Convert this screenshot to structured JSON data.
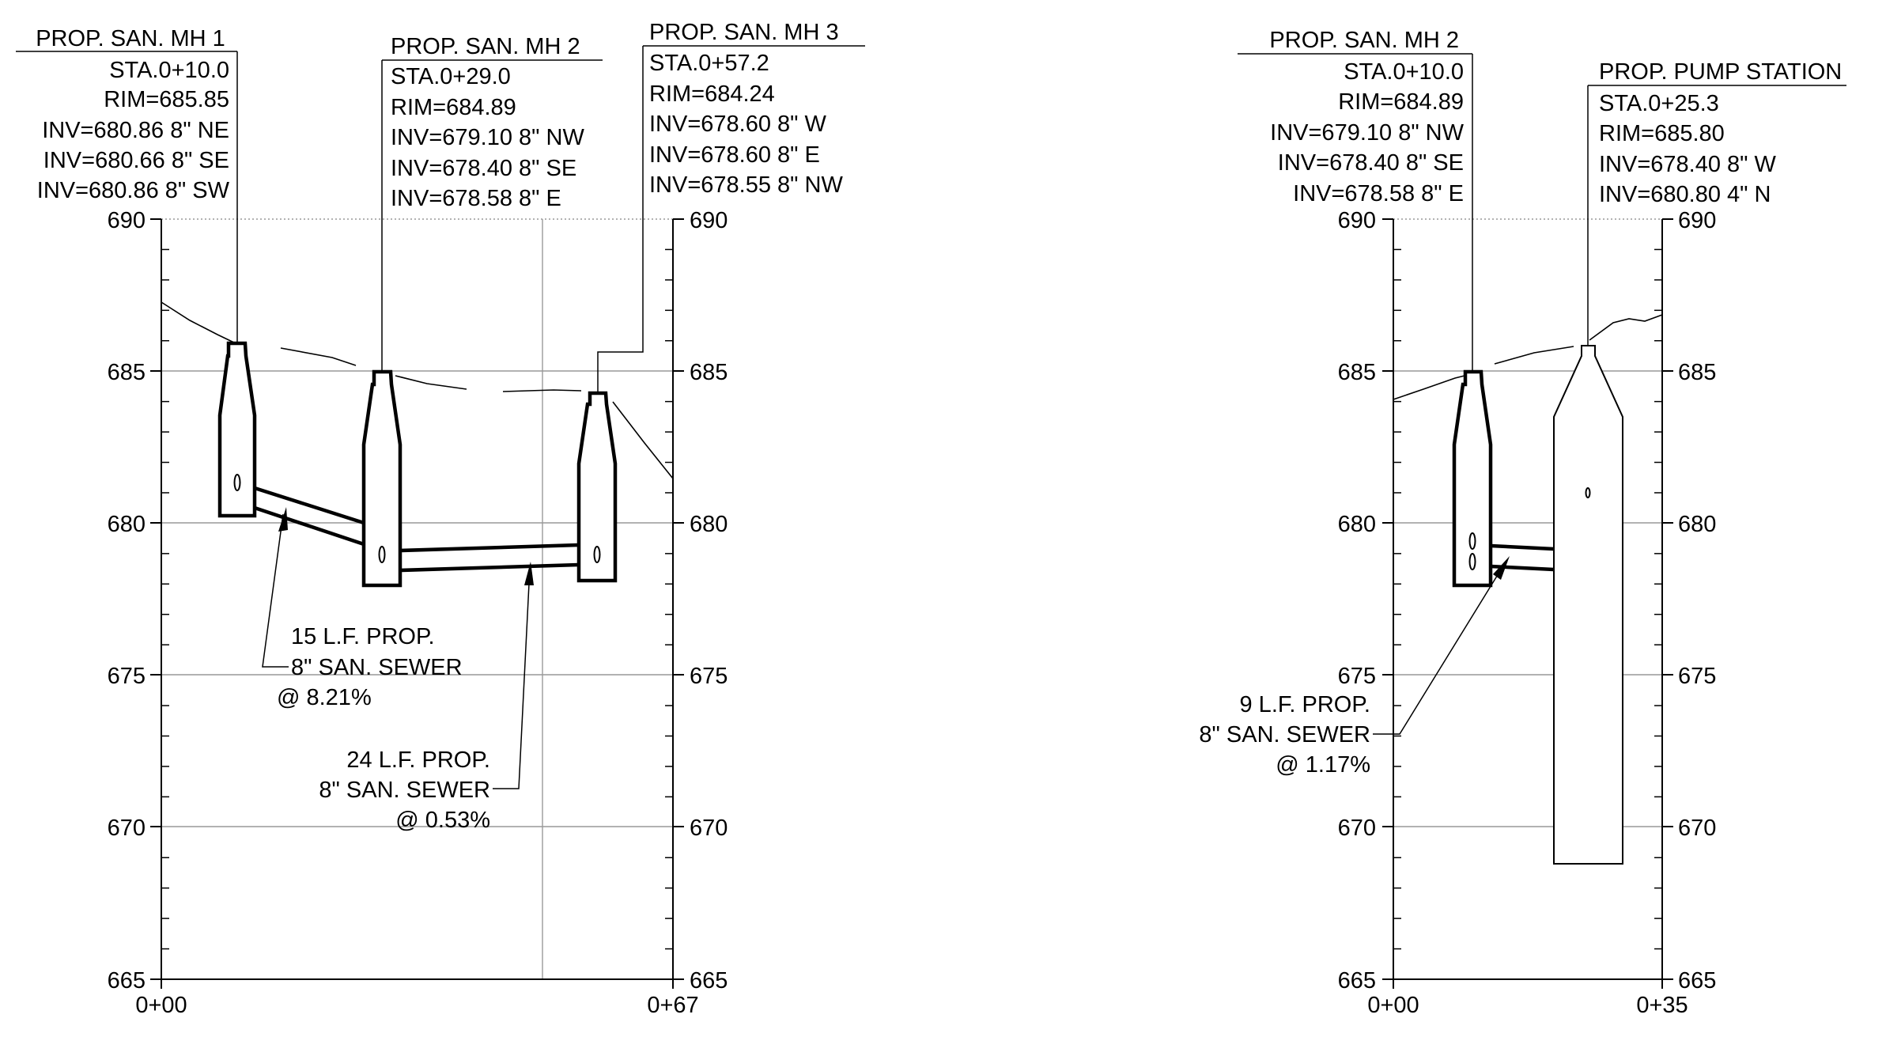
{
  "profile_left": {
    "axis": {
      "elev_labels": [
        "690",
        "685",
        "680",
        "675",
        "670",
        "665"
      ],
      "sta_start": "0+00",
      "sta_end": "0+67"
    },
    "mh1": {
      "title": "PROP. SAN. MH 1",
      "lines": [
        "STA.0+10.0",
        "RIM=685.85",
        "INV=680.86 8\" NE",
        "INV=680.66 8\" SE",
        "INV=680.86 8\" SW"
      ]
    },
    "mh2": {
      "title": "PROP. SAN. MH 2",
      "lines": [
        "STA.0+29.0",
        "RIM=684.89",
        "INV=679.10 8\" NW",
        "INV=678.40 8\" SE",
        "INV=678.58 8\" E"
      ]
    },
    "mh3": {
      "title": "PROP. SAN. MH 3",
      "lines": [
        "STA.0+57.2",
        "RIM=684.24",
        "INV=678.60 8\" W",
        "INV=678.60 8\" E",
        "INV=678.55 8\" NW"
      ]
    },
    "pipe1": {
      "lines": [
        "15 L.F.  PROP.",
        "8\" SAN. SEWER",
        "@ 8.21%"
      ]
    },
    "pipe2": {
      "lines": [
        "24 L.F.  PROP.",
        "8\" SAN. SEWER",
        "@ 0.53%"
      ]
    }
  },
  "profile_right": {
    "axis": {
      "elev_labels": [
        "690",
        "685",
        "680",
        "675",
        "670",
        "665"
      ],
      "sta_start": "0+00",
      "sta_end": "0+35"
    },
    "mh2": {
      "title": "PROP. SAN. MH 2",
      "lines": [
        "STA.0+10.0",
        "RIM=684.89",
        "INV=679.10 8\" NW",
        "INV=678.40 8\" SE",
        "INV=678.58 8\" E"
      ]
    },
    "pump": {
      "title": "PROP. PUMP STATION",
      "lines": [
        "STA.0+25.3",
        "RIM=685.80",
        "INV=678.40 8\" W",
        "INV=680.80 4\" N"
      ]
    },
    "pipe": {
      "lines": [
        "9 L.F.  PROP.",
        "8\" SAN. SEWER",
        "@ 1.17%"
      ]
    }
  }
}
